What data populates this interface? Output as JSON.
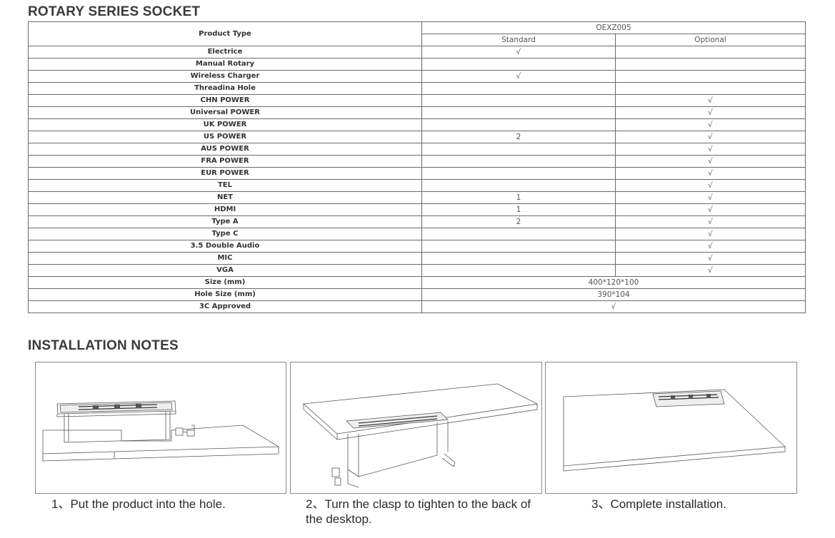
{
  "section1_title": "ROTARY SERIES SOCKET",
  "section2_title": "INSTALLATION NOTES",
  "table": {
    "product_type_label": "Product Type",
    "model": "OEXZ005",
    "col_standard": "Standard",
    "col_optional": "Optional",
    "rows": [
      {
        "label": "Electrice",
        "standard": "√",
        "optional": ""
      },
      {
        "label": "Manual Rotary",
        "standard": "",
        "optional": ""
      },
      {
        "label": "Wireless Charger",
        "standard": "√",
        "optional": ""
      },
      {
        "label": "Threadina Hole",
        "standard": "",
        "optional": ""
      },
      {
        "label": "CHN POWER",
        "standard": "",
        "optional": "√"
      },
      {
        "label": "Universal POWER",
        "standard": "",
        "optional": "√"
      },
      {
        "label": "UK POWER",
        "standard": "",
        "optional": "√"
      },
      {
        "label": "US POWER",
        "standard": "2",
        "optional": "√"
      },
      {
        "label": "AUS POWER",
        "standard": "",
        "optional": "√"
      },
      {
        "label": "FRA POWER",
        "standard": "",
        "optional": "√"
      },
      {
        "label": "EUR POWER",
        "standard": "",
        "optional": "√"
      },
      {
        "label": "TEL",
        "standard": "",
        "optional": "√"
      },
      {
        "label": "NET",
        "standard": "1",
        "optional": "√"
      },
      {
        "label": "HDMI",
        "standard": "1",
        "optional": "√"
      },
      {
        "label": "Type A",
        "standard": "2",
        "optional": "√"
      },
      {
        "label": "Type C",
        "standard": "",
        "optional": "√"
      },
      {
        "label": "3.5 Double Audio",
        "standard": "",
        "optional": "√"
      },
      {
        "label": "MIC",
        "standard": "",
        "optional": "√"
      },
      {
        "label": "VGA",
        "standard": "",
        "optional": "√"
      }
    ],
    "merged_rows": [
      {
        "label": "Size (mm)",
        "value": "400*120*100"
      },
      {
        "label": "Hole Size (mm)",
        "value": "390*104"
      },
      {
        "label": "3C Approved",
        "value": "√"
      }
    ]
  },
  "steps": [
    {
      "caption": "1、Put the product into the hole."
    },
    {
      "caption": "2、Turn the clasp to tighten to the back of the desktop."
    },
    {
      "caption": "3、Complete installation."
    }
  ]
}
